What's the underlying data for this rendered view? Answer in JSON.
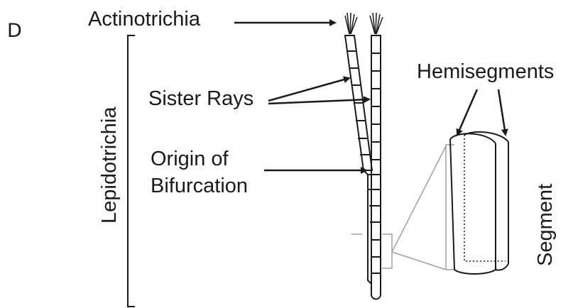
{
  "panel_letter": "D",
  "labels": {
    "actinotrichia": "Actinotrichia",
    "lepidotrichia": "Lepidotrichia",
    "sister_rays": "Sister Rays",
    "origin_line1": "Origin of",
    "origin_line2": "Bifurcation",
    "hemisegments": "Hemisegments",
    "segment": "Segment"
  },
  "colors": {
    "ink": "#1a1a1a",
    "connector": "#a0a0a0",
    "background": "#ffffff"
  }
}
